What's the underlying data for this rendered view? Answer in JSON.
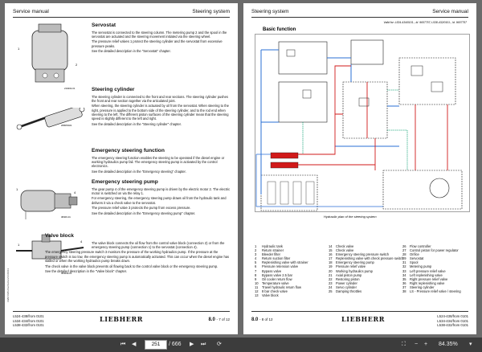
{
  "left_page": {
    "header_left": "Service manual",
    "header_right": "Steering system",
    "fig_code_1": "219402-01",
    "fig_code_2": "268RSS01",
    "fig_code_3": "38406-01",
    "fig_code_4": "38406a-01",
    "side_code": "LWR/16/01/Ascheinen/14.09/13",
    "sections": [
      {
        "title": "Servostat",
        "paragraphs": [
          "The servostat is connected to the steering column. The metering pump 2 and the spool in the servostat are actuated and the steering movement initiated via the steering wheel.",
          "The pressure relief valves 1 protect the steering cylinder and the servostat from excessive pressure peaks.",
          "See the detailed description in the \"Servostat\" chapter."
        ]
      },
      {
        "title": "Steering cylinder",
        "paragraphs": [
          "The steering cylinder is connected to the front and rear sections. The steering cylinder pushes the front and rear section together via the articulated joint.",
          "When steering, the steering cylinder is actuated by oil from the servostat. When steering to the right, pressure is applied to the bottom side of the steering cylinder, and to the rod end when steering to the left. The different piston surfaces of the steering cylinder mean that the steering speed is slightly different to the left and right.",
          "See the detailed description in the \"Steering cylinder\" chapter."
        ]
      },
      {
        "title": "Emergency steering function",
        "paragraphs": [
          "The emergency steering function enables the steering to be operated if the diesel engine or working hydraulics pump fail. The emergency steering pump is activated by the control electronics.",
          "See the detailed description in the \"Emergency steering\" chapter."
        ]
      },
      {
        "title": "Emergency steering pump",
        "paragraphs": [
          "The gear pump 4 of the emergency steering pump is driven by the electric motor 2. The electric motor is switched on via the relay 1.",
          "For emergency steering, the emergency steering pump draws oil from the hydraulic tank and delivers it via a check valve to the servostat.",
          "The pressure relief valve 3 protects the pump from excess pressure.",
          "See the detailed description in the \"Emergency steering pump\" chapter."
        ]
      },
      {
        "title": "Valve block",
        "paragraphs": [
          "The valve block connects the oil flow from the control valve block (connection 2) or from the emergency steering pump (connection 1) to the servostat (connection 4).",
          "The emergency steering pressure switch 3 monitors the pressure of the working hydraulics pump. If the pressure at the pressure switch is too low, the emergency steering pump is automatically activated. This can occur when the diesel engine has stalled or when the working hydraulics pump breaks down.",
          "The check valve in the valve block prevents oil flowing back to the control valve block or the emergency steering pump.",
          "See the detailed description in the \"Valve block\" chapter."
        ]
      }
    ],
    "models": [
      "L524-438/from 0101",
      "L534-434/from 0101",
      "L538-432/from 0101"
    ],
    "logo": "LIEBHERR",
    "page_num": "8.0",
    "page_sub": "- 7 of 12"
  },
  "right_page": {
    "header_left": "Steering system",
    "header_right": "Service manual",
    "valid_for": "Valid for:     L534-434/0101-, Id. 9657757; L538-432/0101-, Id. 9657757",
    "diagram_title": "Basic function",
    "diagram_caption": "Hydraulic plan of the steering system",
    "legend_left": [
      [
        "1",
        "Hydraulic tank"
      ],
      [
        "2",
        "Return strainer"
      ],
      [
        "3",
        "Bleeder filter"
      ],
      [
        "4",
        "Return suction filter"
      ],
      [
        "5",
        "Replenishing valve with strainer"
      ],
      [
        "6",
        "Pressure retension valve"
      ],
      [
        "7",
        "Bypass valve"
      ],
      [
        "8",
        "Bypass valve 2.5 bar"
      ],
      [
        "9",
        "Oil cooler return flow"
      ],
      [
        "10",
        "Temperature valve"
      ],
      [
        "11",
        "Travel hydraulic return flow"
      ],
      [
        "12",
        "8 bar check valve"
      ],
      [
        "13",
        "Valve block"
      ]
    ],
    "legend_mid": [
      [
        "14",
        "Check valve"
      ],
      [
        "15",
        "Check valve"
      ],
      [
        "16",
        "Emergency steering pressure switch"
      ],
      [
        "17",
        "Replenishing valve with check pressure switch"
      ],
      [
        "18",
        "Emergency steering pump"
      ],
      [
        "19",
        "Pressure relief valve"
      ],
      [
        "20",
        "Working hydraulics pump"
      ],
      [
        "21",
        "Axial piston pump"
      ],
      [
        "22",
        "Restoring piston"
      ],
      [
        "23",
        "Power cylinder"
      ],
      [
        "24",
        "Servo cylinder"
      ],
      [
        "25",
        "Damping throttles"
      ]
    ],
    "legend_right": [
      [
        "26",
        "Flow controller"
      ],
      [
        "27",
        "Control piston for power regulator"
      ],
      [
        "28",
        "Orifice"
      ],
      [
        "29",
        "Servostat"
      ],
      [
        "31",
        "Spool"
      ],
      [
        "32",
        "Metering pump"
      ],
      [
        "33",
        "Left pressure relief valve"
      ],
      [
        "34",
        "Left replenishing valve"
      ],
      [
        "35",
        "Right pressure relief valve"
      ],
      [
        "36",
        "Right replenishing valve"
      ],
      [
        "37",
        "Steering cylinder"
      ],
      [
        "38",
        "LS - Pressure relief valve / steering"
      ]
    ],
    "models": [
      "L524-438/from 0101",
      "L534-434/from 0101",
      "L538-432/from 0101"
    ],
    "logo": "LIEBHERR",
    "page_num": "8.0",
    "page_sub": "- 8 of 12"
  },
  "toolbar": {
    "current_page": "251",
    "total_pages": "/ 666",
    "zoom": "84.35%"
  },
  "colors": {
    "pressure": "#d11a1a",
    "return": "#2a6fd6",
    "drain": "#1aa57a"
  }
}
